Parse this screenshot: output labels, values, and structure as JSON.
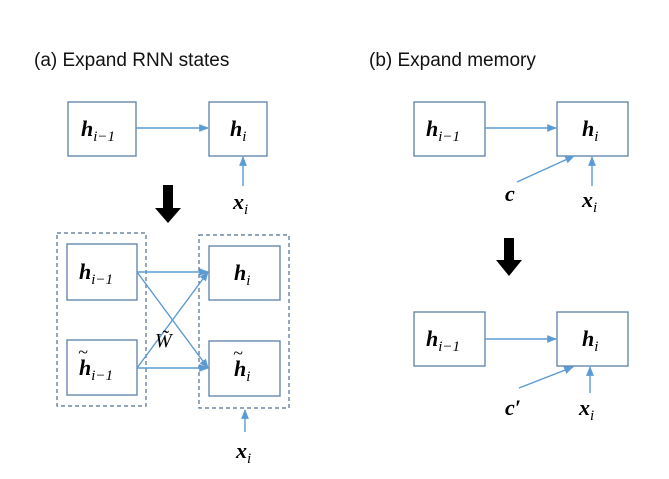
{
  "panels": {
    "a": {
      "title": "(a) Expand RNN states"
    },
    "b": {
      "title": "(b) Expand memory"
    }
  },
  "symbols": {
    "h": "h",
    "x": "x",
    "c": "c",
    "c_prime": "c′",
    "sub_prev": "i−1",
    "sub_i": "i",
    "w_tilde": "W̃"
  },
  "colors": {
    "arrow": "#5b9bd5",
    "box_stroke": "#5b7fa6",
    "group_stroke": "#4f6f93",
    "transition_arrow": "#000000"
  }
}
